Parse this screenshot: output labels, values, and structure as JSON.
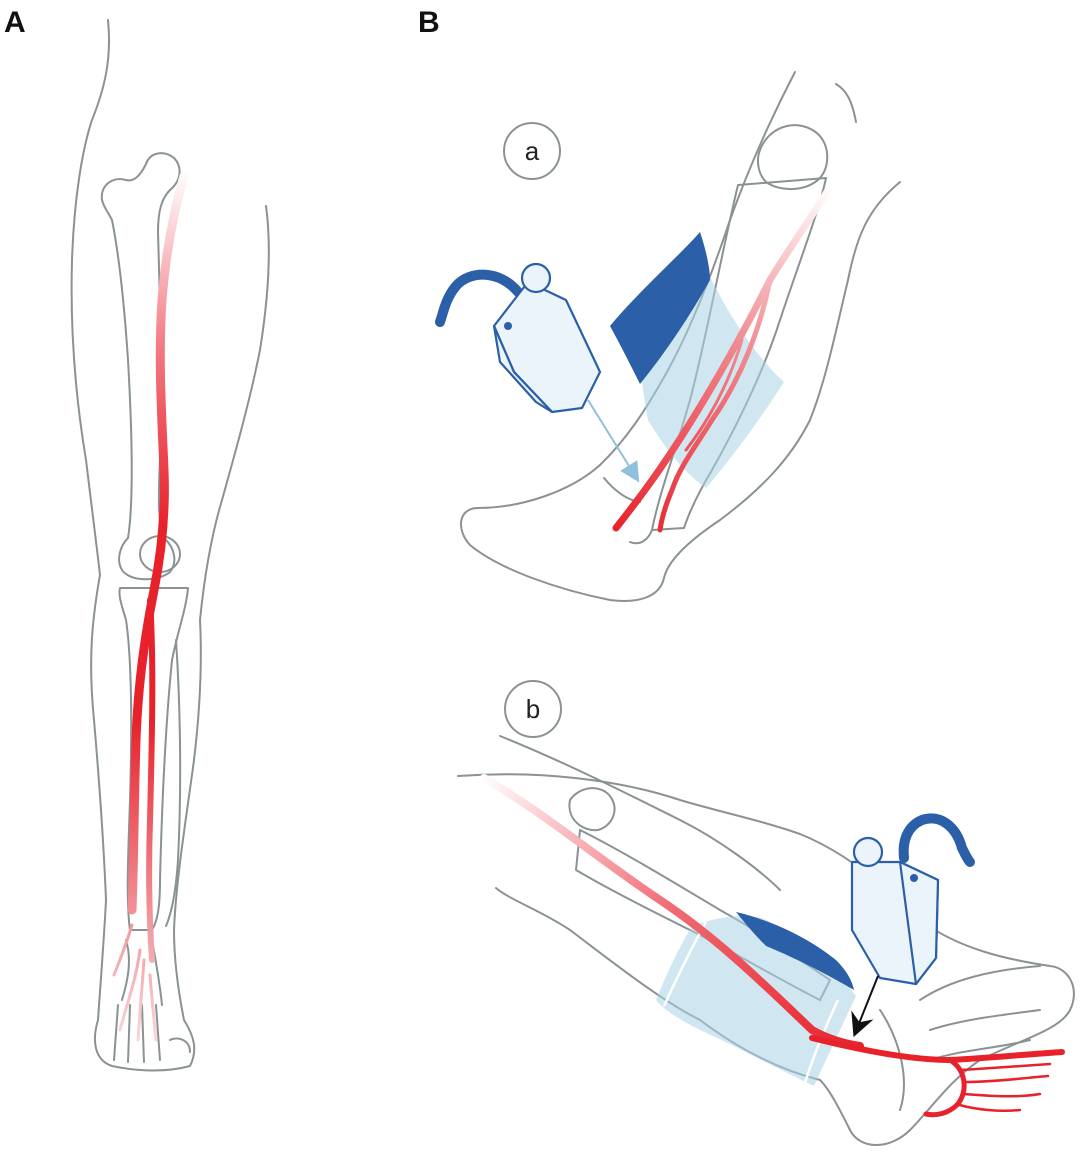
{
  "panels": {
    "A": {
      "label": "A"
    },
    "B": {
      "label": "B"
    }
  },
  "subviews": {
    "a": {
      "label": "a"
    },
    "b": {
      "label": "b"
    }
  },
  "colors": {
    "outline": "#8a9294",
    "artery": "#e8222b",
    "artery_faint": "#f7c9cc",
    "cuff_fill": "#a9d3e6",
    "cuff_bladder": "#2b5fa8",
    "device_fill": "#eaf4fa",
    "device_stroke": "#2b5fa8",
    "arrow": "#111111"
  }
}
